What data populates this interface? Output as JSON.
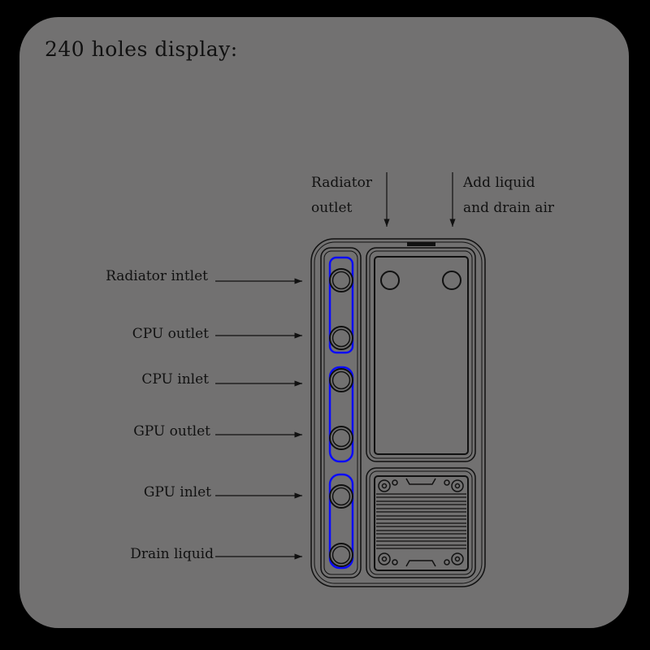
{
  "title": "240 holes display:",
  "top_labels": [
    {
      "line1": "Radiator",
      "line2": "outlet"
    },
    {
      "line1": "Add liquid",
      "line2": "and drain air"
    }
  ],
  "side_labels": [
    "Radiator intlet",
    "CPU outlet",
    "CPU inlet",
    "GPU outlet",
    "GPU inlet",
    "Drain liquid"
  ],
  "colors": {
    "background": "#727171",
    "loop_highlight": "#0a0aff",
    "line": "#111111"
  }
}
